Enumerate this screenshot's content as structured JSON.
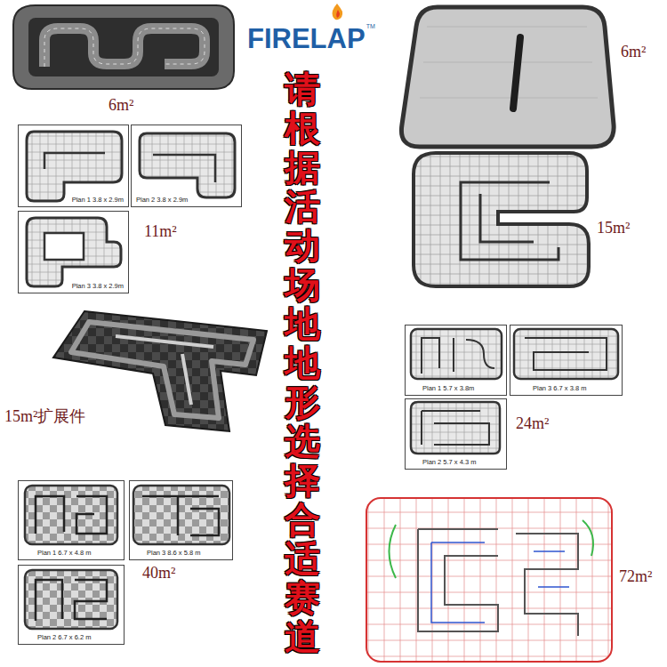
{
  "diagram": {
    "title": "请根据活动场地地形选择合适赛道",
    "nodes": [
      {
        "text": [
          "Plan 1 3.8 x 2.9m"
        ]
      },
      {
        "text": [
          "Plan 2 3.8 x 2.9m"
        ]
      },
      {
        "text": [
          "Plan 3 3.8 x 2.9m"
        ]
      },
      {
        "text": [
          "Plan 1 5.7 x 3.8m"
        ]
      },
      {
        "text": [
          "Plan 3 6.7 x 3.8 m"
        ]
      },
      {
        "text": [
          "Plan 2 5.7 x 4.3 m"
        ]
      },
      {
        "text": [
          "Plan 1 6.7 x 4.8 m"
        ]
      },
      {
        "text": [
          "Plan 3 8.6 x 5.8 m"
        ]
      },
      {
        "text": [
          "Plan 2 6.7 x 6.2 m"
        ]
      }
    ],
    "labels": [
      "FIRELAP",
      "TM",
      "6m²",
      "6m²",
      "11m²",
      "15m²",
      "15m²扩展件",
      "24m²",
      "40m²",
      "72m²"
    ]
  }
}
